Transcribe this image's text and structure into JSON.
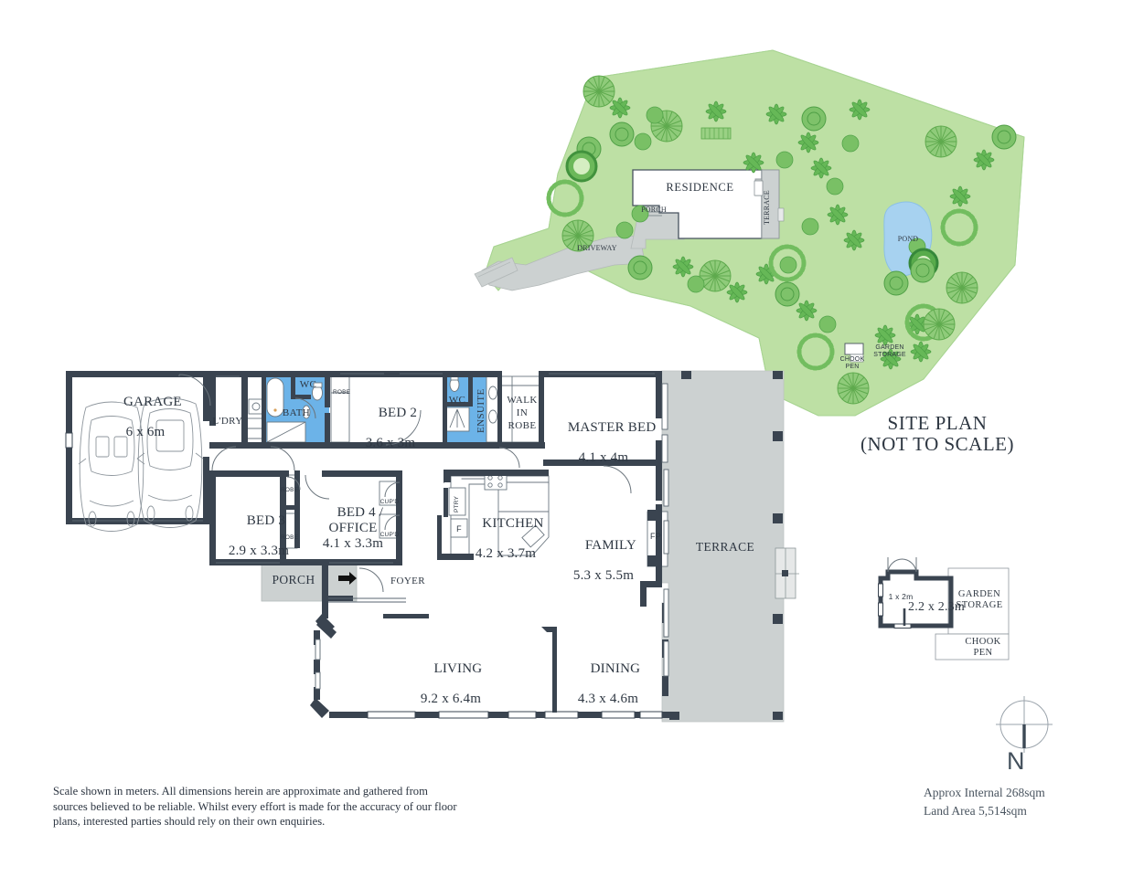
{
  "document": {
    "type": "real-estate-floor-plan",
    "disclaimer": "Scale shown in meters. All dimensions herein are approximate and gathered from sources believed to be  reliable. Whilst every effort is made for the accuracy of our floor plans, interested parties should rely on their own enquiries.",
    "approx_internal": "Approx Internal 268sqm",
    "land_area": "Land Area 5,514sqm",
    "compass_label": "N"
  },
  "colors": {
    "wall": "#3a4450",
    "wet_area_fill": "#6cb3e8",
    "paved_fill": "#ccd1d1",
    "lawn_fill": "#bde0a4",
    "pond_fill": "#a7d2f0",
    "text": "#2e3742",
    "thin_line": "#5a6670",
    "tree_mid": "#6cb860",
    "tree_dark": "#46a047"
  },
  "site_plan": {
    "title_line1": "SITE PLAN",
    "title_line2": "(NOT TO SCALE)",
    "labels": {
      "residence": "RESIDENCE",
      "porch": "PORCH",
      "terrace": "TERRACE",
      "driveway": "DRIVEWAY",
      "pond": "POND",
      "garden_storage_line1": "GARDEN",
      "garden_storage_line2": "STORAGE",
      "chook_pen_line1": "CHOOK",
      "chook_pen_line2": "PEN"
    }
  },
  "floor_plan": {
    "rooms": [
      {
        "id": "garage",
        "name": "GARAGE",
        "dim": "6 x 6m"
      },
      {
        "id": "laundry",
        "name": "L'DRY",
        "dim": ""
      },
      {
        "id": "bath",
        "name": "BATH",
        "dim": ""
      },
      {
        "id": "wc1",
        "name": "WC",
        "dim": ""
      },
      {
        "id": "bed2",
        "name": "BED 2",
        "dim": "3.6 x 3m"
      },
      {
        "id": "wc2",
        "name": "WC",
        "dim": ""
      },
      {
        "id": "ensuite",
        "name": "ENSUITE",
        "dim": ""
      },
      {
        "id": "wir",
        "name": "WALK\nIN\nROBE",
        "dim": ""
      },
      {
        "id": "masterbed",
        "name": "MASTER BED",
        "dim": "4.1 x 4m"
      },
      {
        "id": "bed3",
        "name": "BED 3",
        "dim": "2.9 x 3.3m"
      },
      {
        "id": "bed4",
        "name": "BED 4 /\nOFFICE",
        "dim": "4.1 x 3.3m"
      },
      {
        "id": "kitchen",
        "name": "KITCHEN",
        "dim": "4.2 x 3.7m"
      },
      {
        "id": "family",
        "name": "FAMILY",
        "dim": "5.3 x 5.5m"
      },
      {
        "id": "terrace",
        "name": "TERRACE",
        "dim": ""
      },
      {
        "id": "porch",
        "name": "PORCH",
        "dim": ""
      },
      {
        "id": "foyer",
        "name": "FOYER",
        "dim": ""
      },
      {
        "id": "living",
        "name": "LIVING",
        "dim": "9.2 x 6.4m"
      },
      {
        "id": "dining",
        "name": "DINING",
        "dim": "4.3 x 4.6m"
      }
    ],
    "fixture_labels": {
      "robe": "ROBE",
      "cupd": "CUP'D",
      "pantry": "PTRY",
      "fridge": "F",
      "fireplace": "FP"
    }
  },
  "garden_storage_plan": {
    "dim_side": "1 x 2m",
    "dim_main": "2.2 x 2.3m",
    "garden_storage_line1": "GARDEN",
    "garden_storage_line2": "STORAGE",
    "chook_pen_line1": "CHOOK",
    "chook_pen_line2": "PEN"
  }
}
